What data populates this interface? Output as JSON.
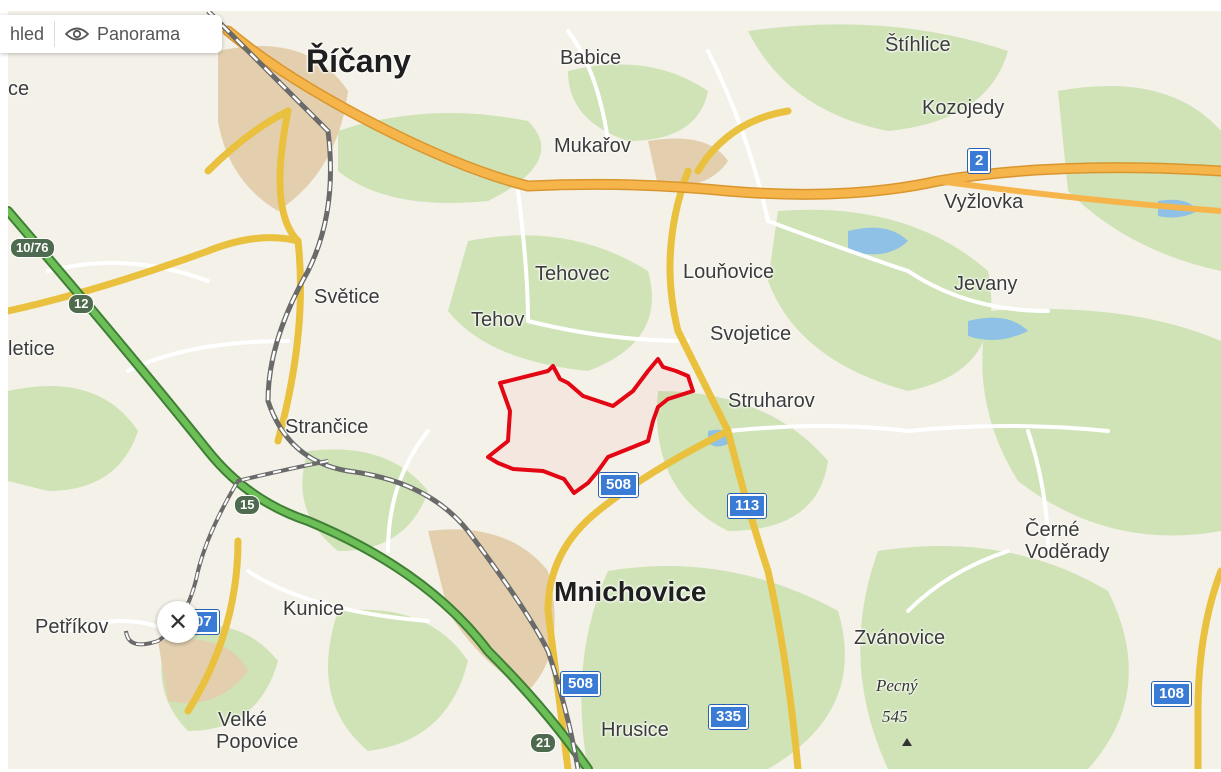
{
  "toolbar": {
    "overview_label": "hled",
    "panorama_label": "Panorama",
    "panorama_icon": "eye-icon"
  },
  "places": {
    "ricany": "Říčany",
    "babice": "Babice",
    "stihlice": "Štíhlice",
    "kozojedy": "Kozojedy",
    "mukarov": "Mukařov",
    "vyzlovka": "Vyžlovka",
    "tehovec": "Tehovec",
    "lounovice": "Louňovice",
    "jevany": "Jevany",
    "svetice": "Světice",
    "tehov": "Tehov",
    "svojetice": "Svojetice",
    "struharov": "Struharov",
    "strancice": "Strančice",
    "mnichovice": "Mnichovice",
    "cerne": "Černé",
    "voderady": "Voděrady",
    "zvanovice": "Zvánovice",
    "kunice": "Kunice",
    "petrikov": "Petříkov",
    "velke": "Velké",
    "popovice": "Popovice",
    "hrusice": "Hrusice",
    "letice_partial": "letice",
    "ce_partial": "ce"
  },
  "peak": {
    "name": "Pecný",
    "elevation": "545"
  },
  "roads": {
    "r2": "2",
    "r508a": "508",
    "r508b": "508",
    "r113": "113",
    "r335": "335",
    "r108": "108",
    "r107": "07"
  },
  "motorway_exits": {
    "e1076": "10/76",
    "e12": "12",
    "e15": "15",
    "e21": "21"
  },
  "poi": {
    "restaurant_icon": "cutlery-icon"
  },
  "colors": {
    "highlight_boundary": "#e30613",
    "road_primary": "#f5b54a",
    "road_secondary": "#f0d54a",
    "motorway": "#5aa14a",
    "road_shield": "#3a7bd5",
    "forest": "#cfe3b6",
    "water": "#8fc1e6"
  }
}
